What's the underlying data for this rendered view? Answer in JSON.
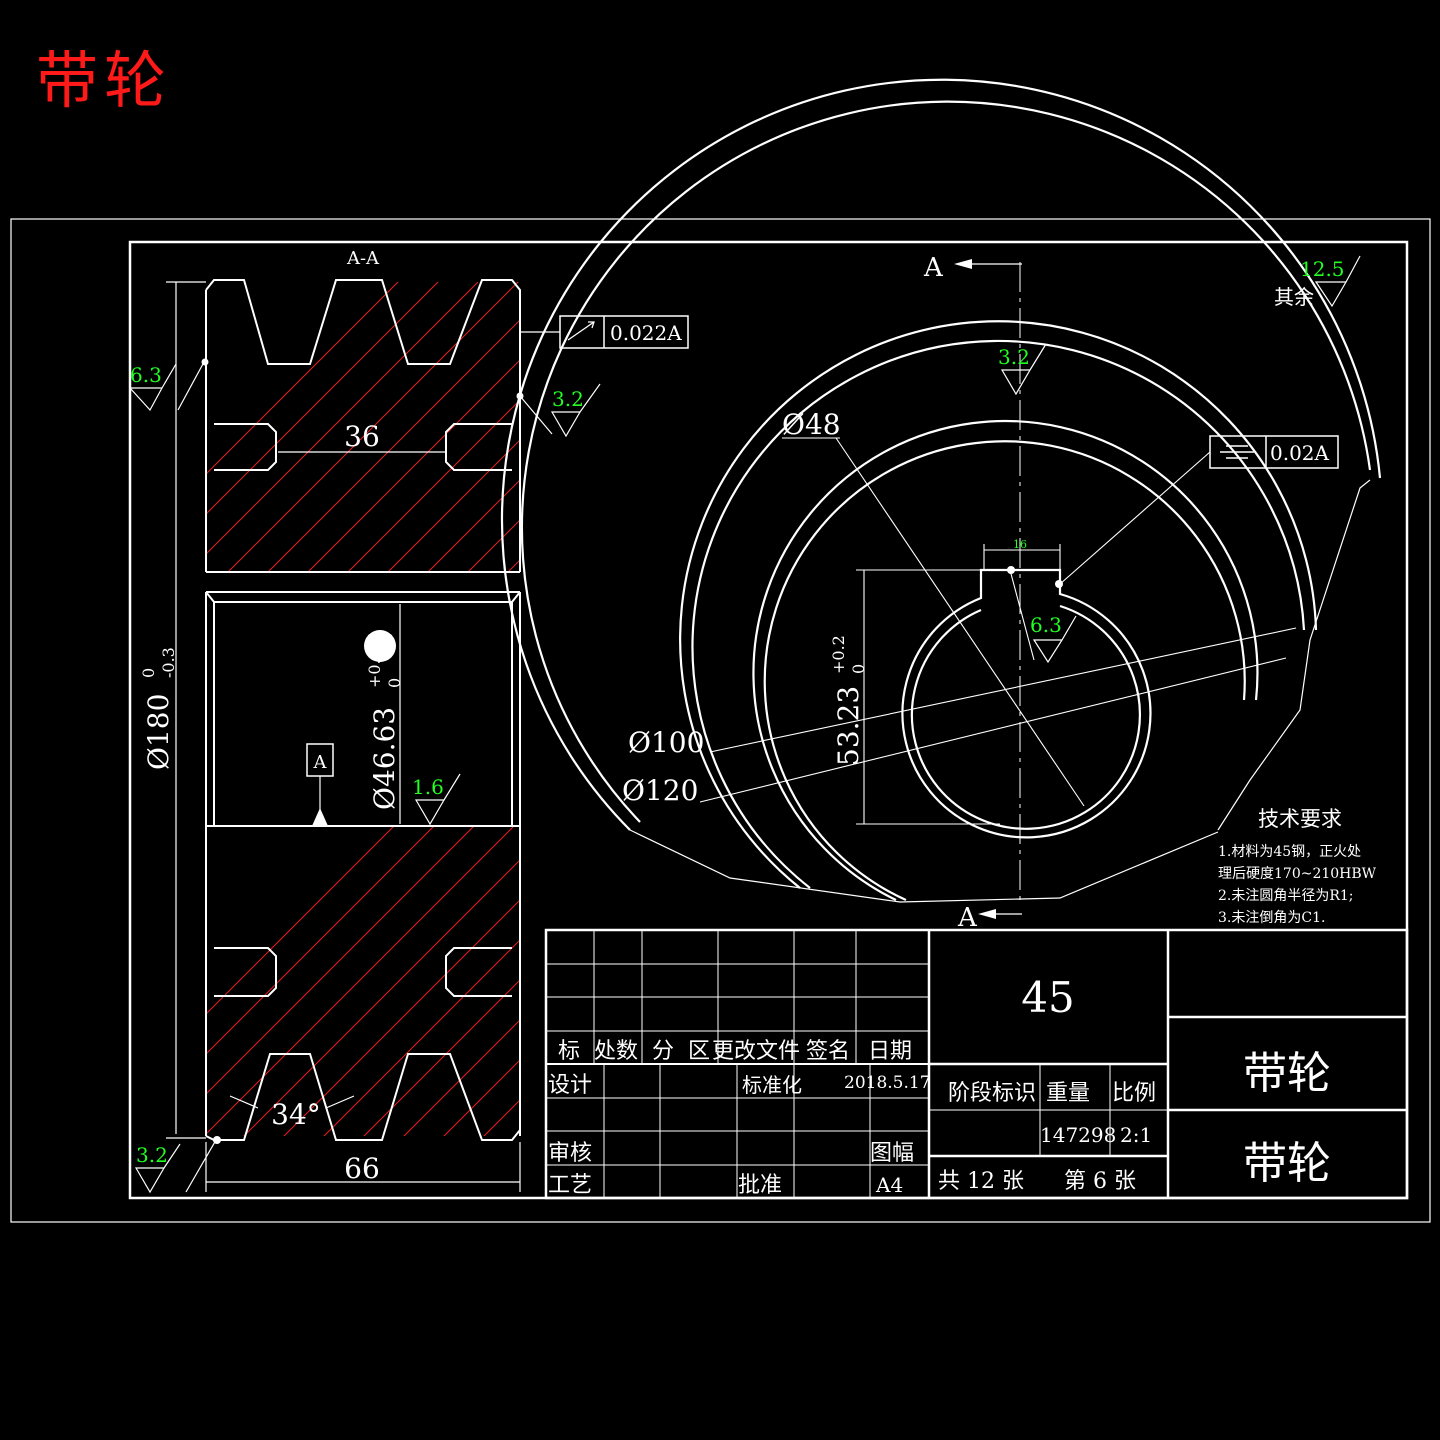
{
  "page_title": "带轮",
  "colors": {
    "background": "#000000",
    "line": "#ffffff",
    "hatch": "#e02020",
    "roughness": "#22ff22",
    "title": "#ff1a1a"
  },
  "section_label": "A-A",
  "section_mark": "A",
  "datum_label": "A",
  "dimensions": {
    "groove_pitch": "36",
    "width": "66",
    "groove_angle": "34°",
    "outer_diameter": "Ø180",
    "outer_tol_upper": "0",
    "outer_tol_lower": "-0.3",
    "bore_diameter": "Ø46.63",
    "bore_tol_upper": "+0.0",
    "bore_tol_lower": "0",
    "keyway_depth": "53.23",
    "keyway_tol_upper": "+0.2",
    "keyway_tol_lower": "0",
    "keyway_width": "16",
    "d48": "Ø48",
    "d100": "Ø100",
    "d120": "Ø120"
  },
  "tolerances": {
    "runout": "0.022A",
    "symmetry": "0.02A"
  },
  "roughness": {
    "r_6_3_left": "6.3",
    "r_3_2_right": "3.2",
    "r_1_6": "1.6",
    "r_3_2_bottom": "3.2",
    "r_3_2_top": "3.2",
    "r_6_3_key": "6.3",
    "r_12_5": "12.5",
    "other": "其余"
  },
  "tech_requirements": {
    "title": "技术要求",
    "items": [
      "1.材料为45钢，正火处",
      "理后硬度170~210HBW",
      "2.未注圆角半径为R1;",
      "3.未注倒角为C1."
    ]
  },
  "title_block": {
    "material": "45",
    "part_name": "带轮",
    "drawing_name": "带轮",
    "revision_headers": [
      "标",
      "处数",
      "分",
      "区",
      "更改文件",
      "签名",
      "日期"
    ],
    "design_label": "设计",
    "design_date": "2018.5.17",
    "standardization_label": "标准化",
    "review_label": "审核",
    "process_label": "工艺",
    "approve_label": "批准",
    "stage_mark_label": "阶段标识",
    "weight_label": "重量",
    "scale_label": "比例",
    "weight_value": "147298",
    "scale_value": "2:1",
    "sheet_size_label": "图幅",
    "sheet_size": "A4",
    "sheet_total": "共 12 张",
    "sheet_number": "第 6 张"
  }
}
